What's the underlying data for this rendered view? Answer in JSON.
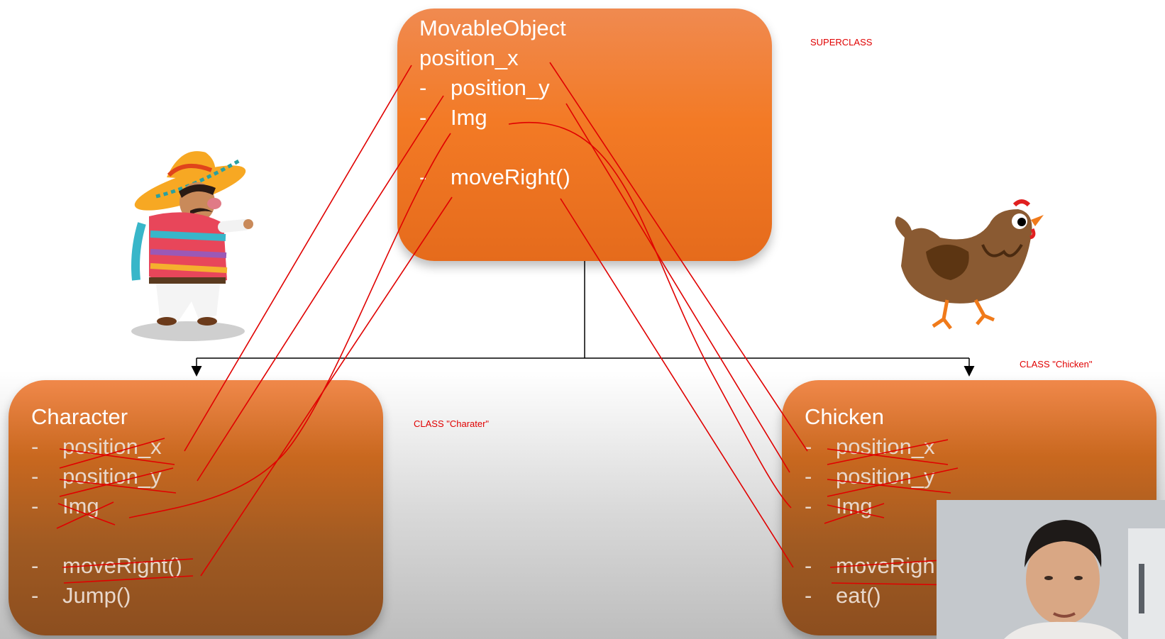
{
  "superclass_box": {
    "title": "MovableObject",
    "first_field": "position_x",
    "items": [
      {
        "dash": "-",
        "text": "position_y"
      },
      {
        "dash": "-",
        "text": "Img"
      },
      {
        "dash": "-",
        "text": "moveRight()"
      }
    ]
  },
  "character_box": {
    "title": "Character",
    "items": [
      {
        "dash": "-",
        "text": "position_x"
      },
      {
        "dash": "-",
        "text": "position_y"
      },
      {
        "dash": "-",
        "text": "Img"
      },
      {
        "dash": "-",
        "text": "moveRight()"
      },
      {
        "dash": "-",
        "text": "Jump()"
      }
    ]
  },
  "chicken_box": {
    "title": "Chicken",
    "items": [
      {
        "dash": "-",
        "text": "position_x"
      },
      {
        "dash": "-",
        "text": "position_y"
      },
      {
        "dash": "-",
        "text": "Img"
      },
      {
        "dash": "-",
        "text": "moveRigh"
      },
      {
        "dash": "-",
        "text": "eat()"
      }
    ]
  },
  "annotations": {
    "superclass": "SUPERCLASS",
    "character": "CLASS \"Charater\"",
    "chicken": "CLASS \"Chicken\""
  },
  "colors": {
    "box_orange": "#f37a25",
    "box_brown": "#a05a22",
    "annotation_red": "#e00000"
  }
}
